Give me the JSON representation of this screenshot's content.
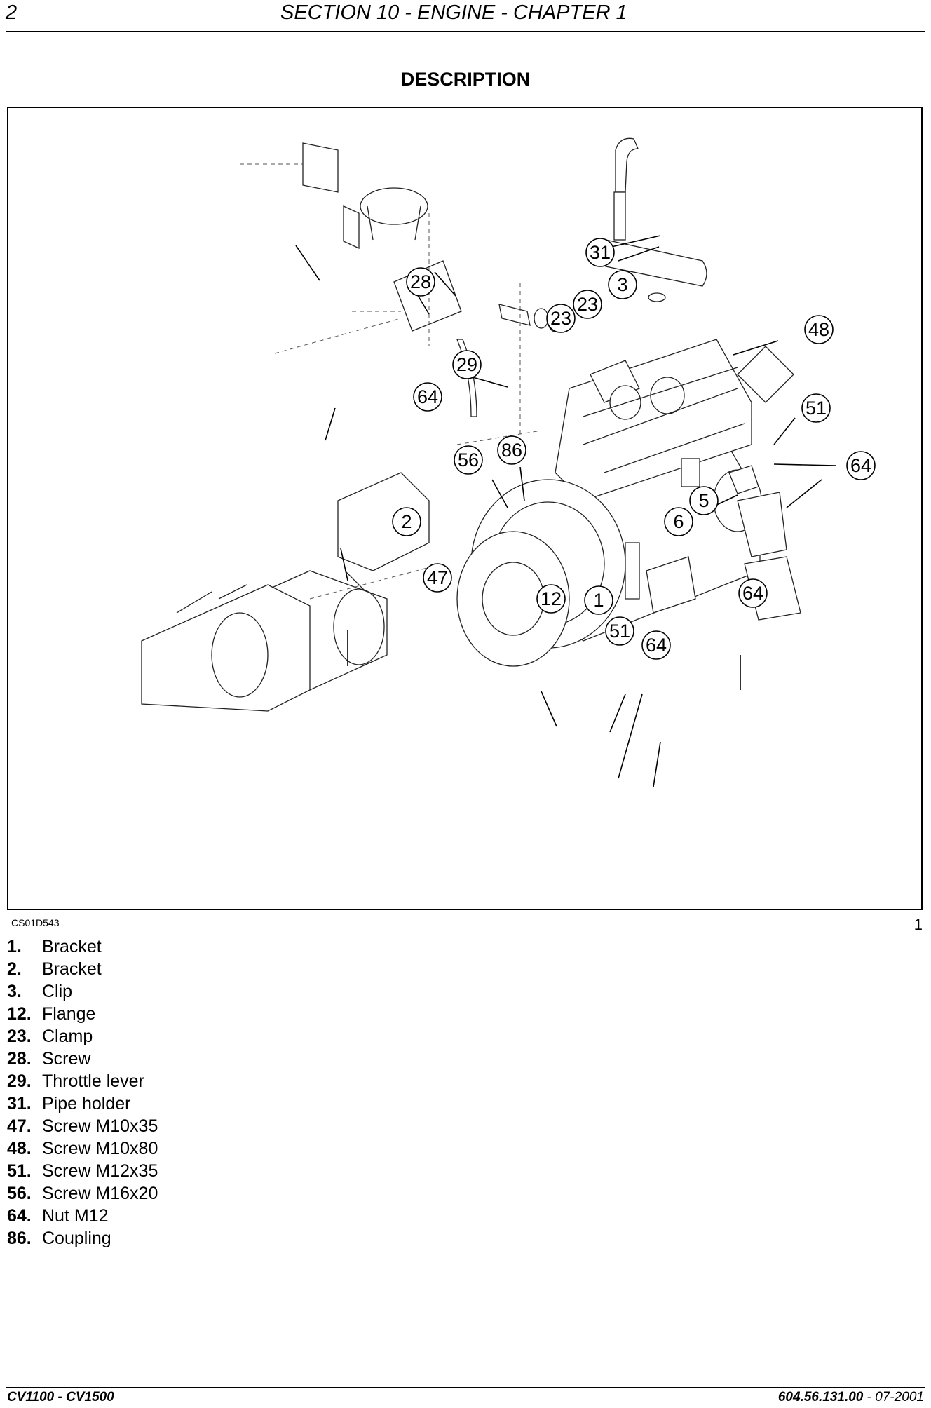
{
  "header": {
    "page_number": "2",
    "section_title": "SECTION 10 - ENGINE - CHAPTER 1"
  },
  "description_title": "DESCRIPTION",
  "figure": {
    "code": "CS01D543",
    "number": "1",
    "callouts": [
      "31",
      "3",
      "28",
      "23",
      "23",
      "48",
      "29",
      "64",
      "51",
      "64",
      "86",
      "56",
      "5",
      "2",
      "6",
      "47",
      "12",
      "1",
      "64",
      "51",
      "64"
    ]
  },
  "legend": [
    {
      "num": "1.",
      "label": "Bracket"
    },
    {
      "num": "2.",
      "label": "Bracket"
    },
    {
      "num": "3.",
      "label": "Clip"
    },
    {
      "num": "12.",
      "label": "Flange"
    },
    {
      "num": "23.",
      "label": "Clamp"
    },
    {
      "num": "28.",
      "label": "Screw"
    },
    {
      "num": "29.",
      "label": "Throttle lever"
    },
    {
      "num": "31.",
      "label": "Pipe holder"
    },
    {
      "num": "47.",
      "label": "Screw M10x35"
    },
    {
      "num": "48.",
      "label": "Screw M10x80"
    },
    {
      "num": "51.",
      "label": "Screw M12x35"
    },
    {
      "num": "56.",
      "label": "Screw M16x20"
    },
    {
      "num": "64.",
      "label": "Nut M12"
    },
    {
      "num": "86.",
      "label": "Coupling"
    }
  ],
  "footer": {
    "model": "CV1100 - CV1500",
    "doc_number": "604.56.131.00",
    "date_suffix": " - 07-2001"
  }
}
